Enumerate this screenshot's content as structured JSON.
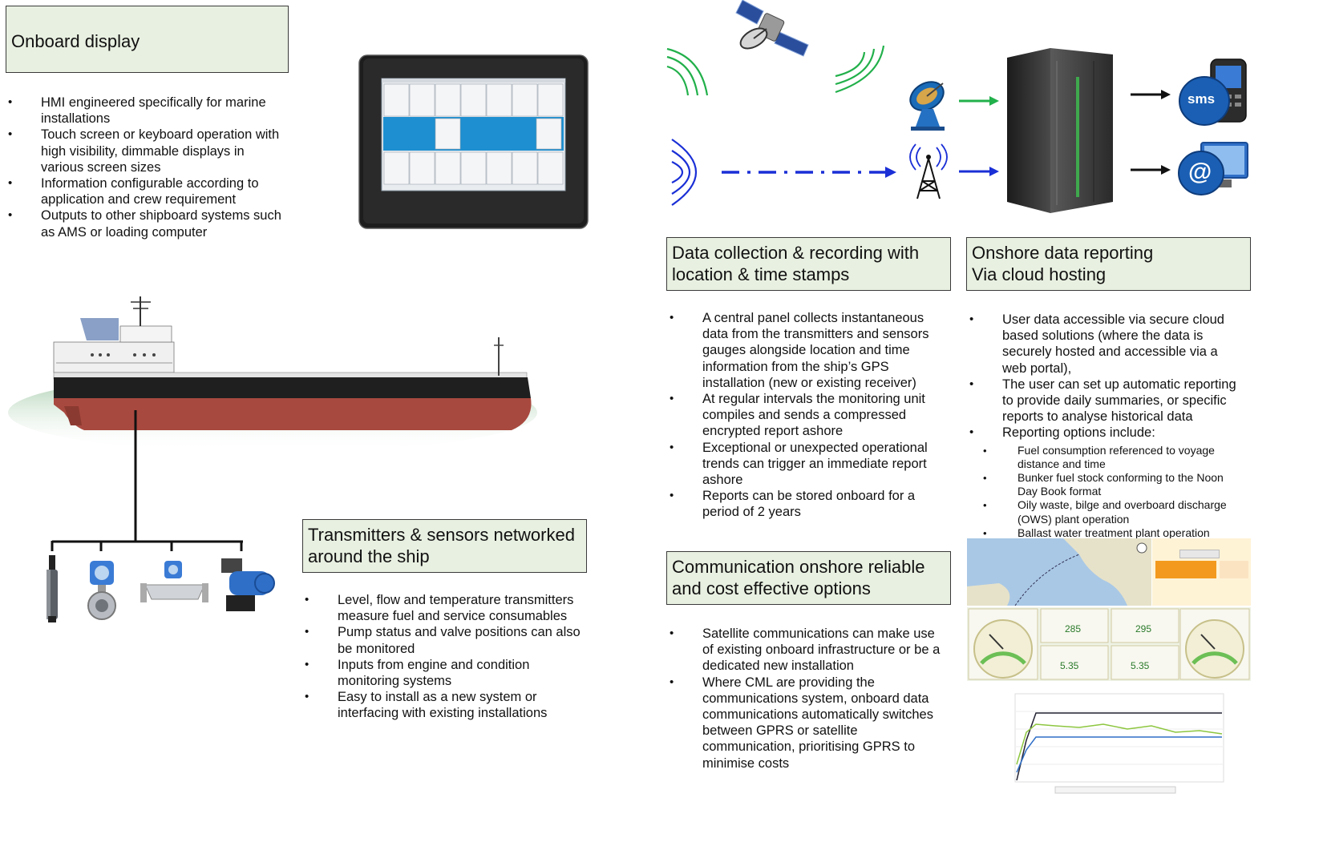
{
  "panels": {
    "onboard": {
      "title": "Onboard display",
      "bullets": [
        "HMI engineered specifically for marine installations",
        "Touch screen or keyboard operation with high visibility, dimmable displays in various screen sizes",
        "Information configurable according to application and crew requirement",
        "Outputs to other shipboard systems such as AMS or loading computer"
      ]
    },
    "transmitters": {
      "title_lines": [
        "Transmitters & sensors networked",
        "around the ship"
      ],
      "bullets": [
        "Level, flow and temperature transmitters measure fuel and service consumables",
        "Pump status and valve positions can also be monitored",
        "Inputs from engine and condition monitoring systems",
        "Easy to install as a new system or interfacing with existing installations"
      ]
    },
    "collection": {
      "title_lines": [
        "Data collection & recording  with",
        "location & time stamps"
      ],
      "bullets": [
        "A central panel collects instantaneous data from the transmitters and sensors gauges alongside location and time information from the ship’s GPS installation (new or existing receiver)",
        "At regular intervals the monitoring unit compiles and sends a compressed encrypted report ashore",
        "Exceptional or unexpected operational trends can trigger an immediate report ashore",
        "Reports can be stored onboard for a period of 2 years"
      ]
    },
    "communication": {
      "title_lines": [
        "Communication onshore reliable",
        "and cost effective options"
      ],
      "bullets": [
        "Satellite communications can make use of existing onboard infrastructure or be a dedicated new installation",
        "Where CML are providing the communications system, onboard data communications automatically switches between GPRS or satellite communication, prioritising GPRS to minimise costs"
      ]
    },
    "reporting": {
      "title_lines": [
        "Onshore data reporting",
        "Via cloud hosting"
      ],
      "bullets": [
        "User data accessible via secure cloud based  solutions (where the data is securely hosted and accessible via a web portal),",
        "The user can set up automatic reporting to provide daily summaries, or  specific reports to analyse historical data",
        "Reporting options include:"
      ],
      "sub_bullets": [
        "Fuel consumption referenced to voyage distance and time",
        "Bunker fuel stock conforming to the Noon Day Book format",
        "Oily waste, bilge and overboard discharge (OWS) plant operation",
        "Ballast water treatment plant operation"
      ]
    }
  },
  "icons": {
    "sms_label": "sms",
    "email_label": "@"
  },
  "dashboard": {
    "values": [
      "285",
      "295",
      "5.35",
      "5.35"
    ]
  },
  "colors": {
    "box_fill": "#e8f0e1",
    "green_link": "#22b04b",
    "blue_link": "#1a2fd6",
    "hull_red": "#a8493f",
    "screen_blue": "#1e8fd0"
  }
}
